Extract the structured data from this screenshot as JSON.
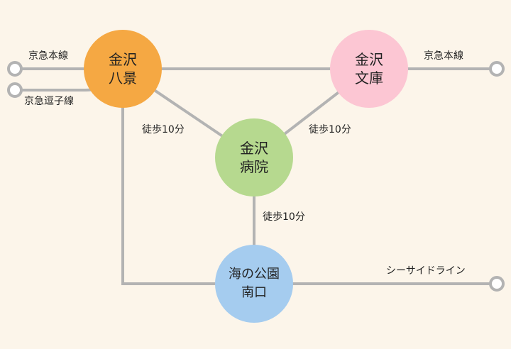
{
  "colors": {
    "background": "#fcf5ea",
    "line": "#b3b3b3",
    "kanazawa_hakkei": "#f5a843",
    "kanazawa_bunko": "#fcc6d3",
    "kanazawa_hospital": "#b6d98f",
    "uminokoen_minamiguchi": "#a5ccef"
  },
  "stations": {
    "kanazawa_hakkei": {
      "line1": "金沢",
      "line2": "八景"
    },
    "kanazawa_bunko": {
      "line1": "金沢",
      "line2": "文庫"
    },
    "kanazawa_hospital": {
      "line1": "金沢",
      "line2": "病院"
    },
    "uminokoen_minamiguchi": {
      "line1": "海の公園",
      "line2": "南口"
    }
  },
  "lines": {
    "keikyu_main_left": "京急本線",
    "keikyu_zushi": "京急逗子線",
    "keikyu_main_right": "京急本線",
    "seaside_line": "シーサイドライン"
  },
  "walks": {
    "hakkei_to_hospital": "徒歩10分",
    "bunko_to_hospital": "徒歩10分",
    "hospital_to_park": "徒歩10分"
  }
}
